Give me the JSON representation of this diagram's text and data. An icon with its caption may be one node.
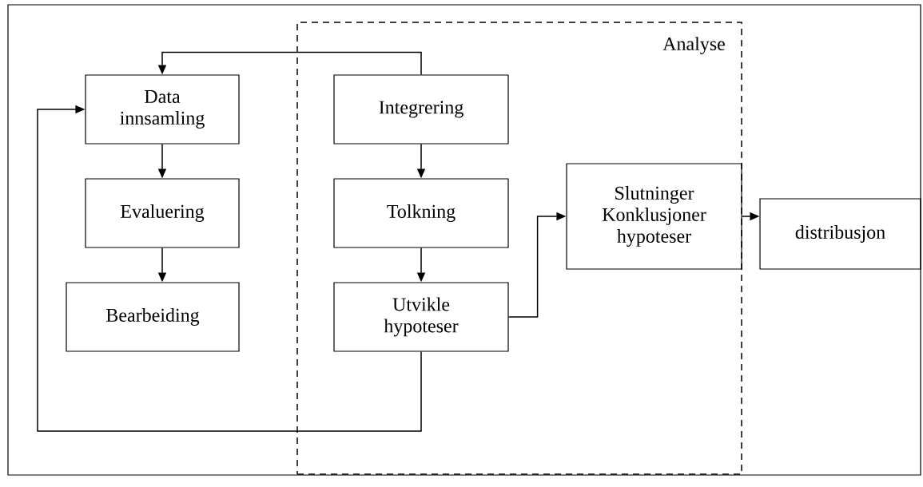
{
  "diagram": {
    "nodes": [
      {
        "text": [
          "Analyse"
        ]
      },
      {
        "text": [
          "Data innsamling"
        ]
      },
      {
        "text": [
          "Evaluering"
        ]
      },
      {
        "text": [
          "Bearbeiding"
        ]
      },
      {
        "text": [
          "Integrering"
        ],
        "in": 0
      },
      {
        "text": [
          "Tolkning"
        ],
        "in": 0
      },
      {
        "text": [
          "Utvikle hypoteser"
        ],
        "in": 0
      },
      {
        "text": [
          "Slutninger Konklusjoner hypoteser"
        ],
        "in": 0
      },
      {
        "text": [
          "distribusjon"
        ]
      }
    ],
    "edges": [
      {
        "from": 4,
        "to": 1,
        "arrow": "to"
      },
      {
        "from": 1,
        "to": 2,
        "arrow": "to"
      },
      {
        "from": 2,
        "to": 3,
        "arrow": "to"
      },
      {
        "from": 4,
        "to": 5,
        "arrow": "to"
      },
      {
        "from": 5,
        "to": 6,
        "arrow": "to"
      },
      {
        "from": 6,
        "to": 1,
        "arrow": "to"
      },
      {
        "from": 6,
        "to": 7,
        "arrow": "to"
      },
      {
        "from": 7,
        "to": 8,
        "arrow": "to"
      }
    ]
  }
}
